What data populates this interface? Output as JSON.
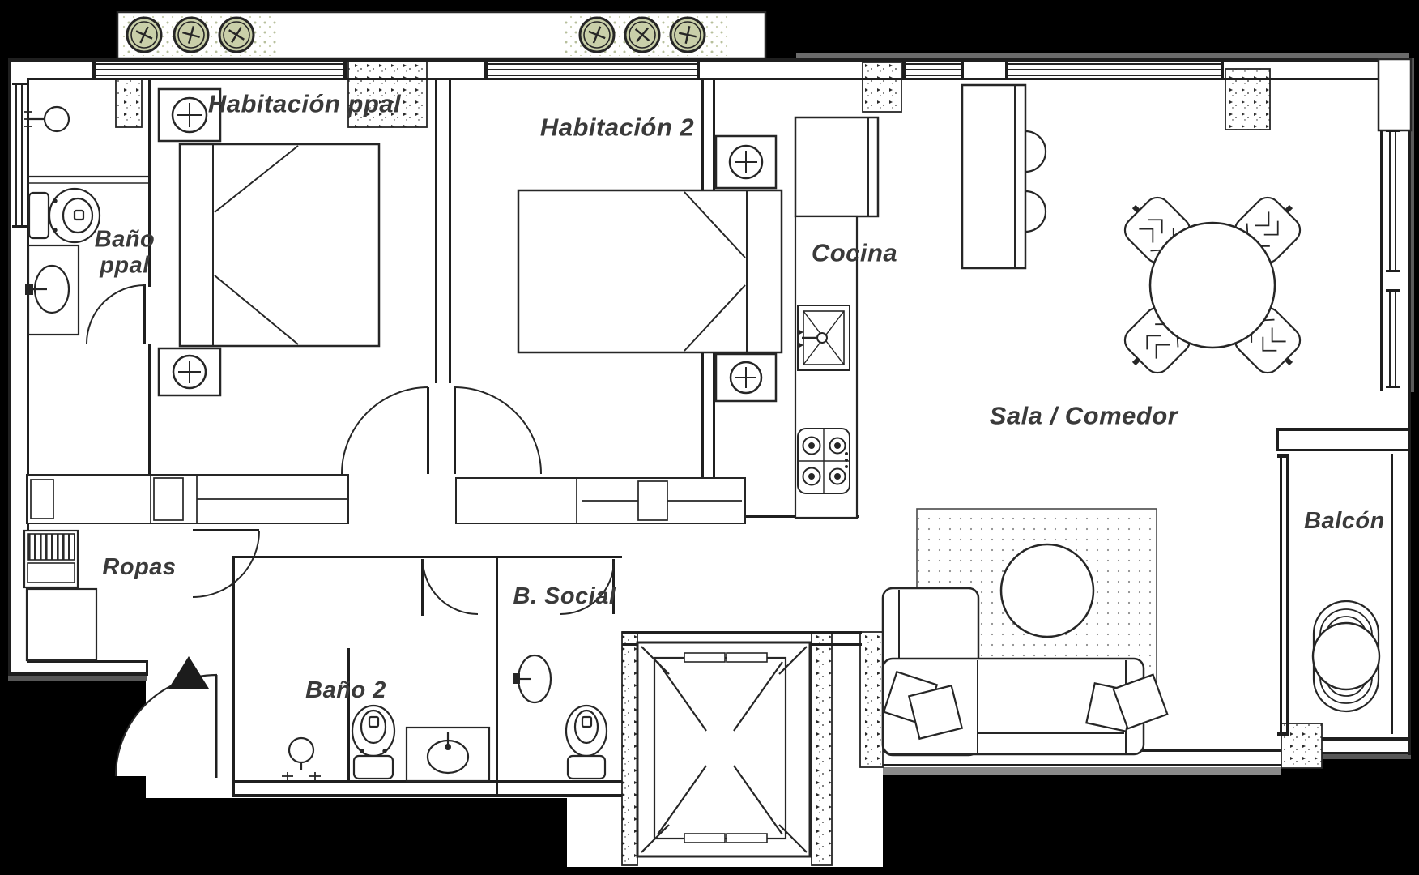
{
  "plan": {
    "title": "Apartment floor plan",
    "rooms": {
      "habitacion_ppal": {
        "label": "Habitación ppal"
      },
      "habitacion_2": {
        "label": "Habitación 2"
      },
      "bano_ppal": {
        "label": "Baño ppal",
        "line1": "Baño",
        "line2": "ppal"
      },
      "cocina": {
        "label": "Cocina"
      },
      "sala_comedor": {
        "label": "Sala / Comedor"
      },
      "ropas": {
        "label": "Ropas"
      },
      "b_social": {
        "label": "B. Social"
      },
      "bano_2": {
        "label": "Baño 2"
      },
      "balcon": {
        "label": "Balcón"
      }
    },
    "colors": {
      "background": "#000000",
      "floor": "#ffffff",
      "line": "#262626",
      "label": "#3a3a3a",
      "screw_fill": "#c9cfa9",
      "planter_dots": "#b7bf9c",
      "shadow": "#8a8a8a"
    },
    "icons": [
      "screw-column-icon",
      "concrete-column-icon",
      "window-icon",
      "door-swing-icon",
      "bed-icon",
      "nightstand-lamp-icon",
      "closet-icon",
      "toilet-icon",
      "sink-icon",
      "shower-icon",
      "fridge-icon",
      "kitchen-sink-icon",
      "stove-icon",
      "bar-stool-icon",
      "dining-table-icon",
      "dining-chair-icon",
      "rug-icon",
      "coffee-table-icon",
      "sofa-icon",
      "pillow-icon",
      "washer-icon",
      "laundry-sink-icon",
      "elevator-icon",
      "entrance-arrow-icon",
      "balcony-chair-icon"
    ]
  }
}
